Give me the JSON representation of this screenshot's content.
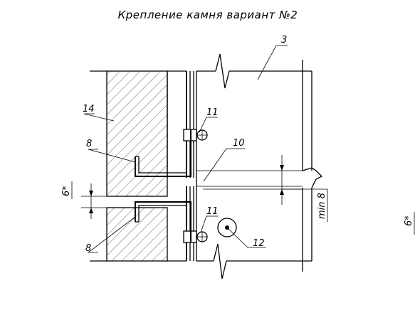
{
  "title": "Крепление камня вариант №2",
  "labels": {
    "l3": "3",
    "l14": "14",
    "l11a": "11",
    "l8a": "8",
    "l10": "10",
    "l6a": "6*",
    "lmin": "min 8",
    "l11b": "11",
    "l12": "12",
    "l8b": "8",
    "l6b": "6*"
  }
}
